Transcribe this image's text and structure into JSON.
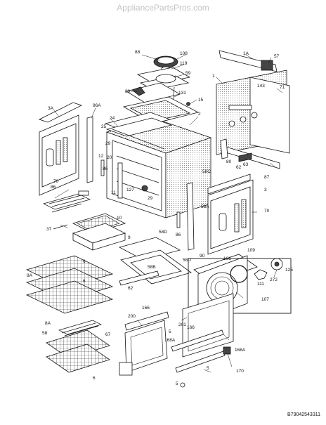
{
  "watermark": "AppliancePartsPros.com",
  "document_number": "B79042543311",
  "callouts": [
    {
      "id": "c-88",
      "text": "88"
    },
    {
      "id": "c-108",
      "text": "108"
    },
    {
      "id": "c-119",
      "text": "119"
    },
    {
      "id": "c-59",
      "text": "59"
    },
    {
      "id": "c-89",
      "text": "89"
    },
    {
      "id": "c-131",
      "text": "131"
    },
    {
      "id": "c-15",
      "text": "15"
    },
    {
      "id": "c-1A",
      "text": "1A"
    },
    {
      "id": "c-57",
      "text": "57"
    },
    {
      "id": "c-1",
      "text": "1"
    },
    {
      "id": "c-143",
      "text": "143"
    },
    {
      "id": "c-71",
      "text": "71"
    },
    {
      "id": "c-3A",
      "text": "3A"
    },
    {
      "id": "c-96A",
      "text": "96A"
    },
    {
      "id": "c-24",
      "text": "24"
    },
    {
      "id": "c-2",
      "text": "2"
    },
    {
      "id": "c-25",
      "text": "25"
    },
    {
      "id": "c-29a",
      "text": "29"
    },
    {
      "id": "c-12",
      "text": "12"
    },
    {
      "id": "c-20",
      "text": "20"
    },
    {
      "id": "c-86a",
      "text": "86"
    },
    {
      "id": "c-70a",
      "text": "70"
    },
    {
      "id": "c-11",
      "text": "11"
    },
    {
      "id": "c-80",
      "text": "80"
    },
    {
      "id": "c-62",
      "text": "62"
    },
    {
      "id": "c-63",
      "text": "63"
    },
    {
      "id": "c-58C",
      "text": "58C"
    },
    {
      "id": "c-87",
      "text": "87"
    },
    {
      "id": "c-3",
      "text": "3"
    },
    {
      "id": "c-127",
      "text": "127"
    },
    {
      "id": "c-29b",
      "text": "29"
    },
    {
      "id": "c-58A",
      "text": "58A"
    },
    {
      "id": "c-70b",
      "text": "70"
    },
    {
      "id": "c-86b",
      "text": "86"
    },
    {
      "id": "c-37",
      "text": "37"
    },
    {
      "id": "c-10",
      "text": "10"
    },
    {
      "id": "c-9",
      "text": "9"
    },
    {
      "id": "c-86c",
      "text": "86"
    },
    {
      "id": "c-58D",
      "text": "58D"
    },
    {
      "id": "c-90",
      "text": "90"
    },
    {
      "id": "c-109",
      "text": "109"
    },
    {
      "id": "c-161",
      "text": "161"
    },
    {
      "id": "c-125",
      "text": "125"
    },
    {
      "id": "c-58B",
      "text": "58B"
    },
    {
      "id": "c-58Db",
      "text": "58D"
    },
    {
      "id": "c-6a",
      "text": "6"
    },
    {
      "id": "c-8A",
      "text": "8A"
    },
    {
      "id": "c-6b",
      "text": "6"
    },
    {
      "id": "c-111",
      "text": "111"
    },
    {
      "id": "c-272",
      "text": "272"
    },
    {
      "id": "c-62b",
      "text": "62"
    },
    {
      "id": "c-107",
      "text": "107"
    },
    {
      "id": "c-166a",
      "text": "166"
    },
    {
      "id": "c-200",
      "text": "200"
    },
    {
      "id": "c-201",
      "text": "201"
    },
    {
      "id": "c-166b",
      "text": "166"
    },
    {
      "id": "c-168A",
      "text": "168A"
    },
    {
      "id": "c-5a",
      "text": "5"
    },
    {
      "id": "c-168Ab",
      "text": "168A"
    },
    {
      "id": "c-5b",
      "text": "5"
    },
    {
      "id": "c-170",
      "text": "170"
    },
    {
      "id": "c-8Ab",
      "text": "8A"
    },
    {
      "id": "c-58",
      "text": "58"
    },
    {
      "id": "c-67",
      "text": "67"
    },
    {
      "id": "c-6c",
      "text": "6"
    },
    {
      "id": "c-5c",
      "text": "5"
    }
  ]
}
